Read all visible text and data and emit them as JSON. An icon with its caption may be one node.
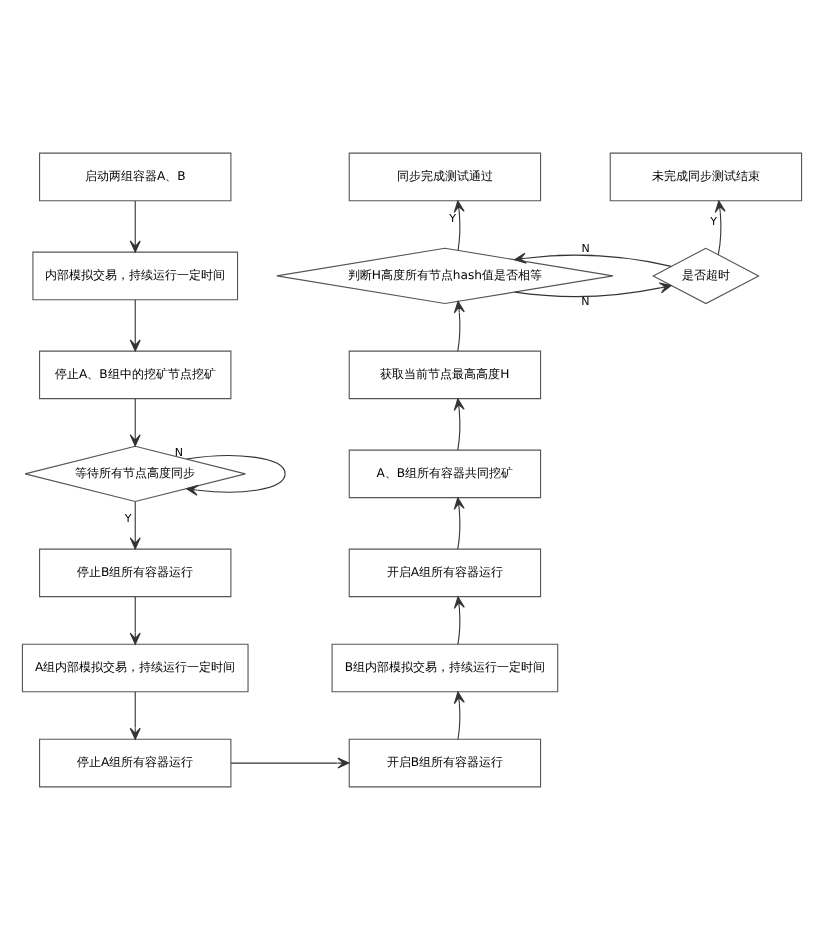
{
  "diagram": {
    "nodes": [
      {
        "text": [
          "启动两组容器A、B"
        ]
      },
      {
        "text": [
          "内部模拟交易，持续运行一定时间"
        ]
      },
      {
        "text": [
          "停止A、B组中的挖矿节点挖矿"
        ]
      },
      {
        "text": [
          "等待所有节点高度同步"
        ]
      },
      {
        "text": [
          "停止B组所有容器运行"
        ]
      },
      {
        "text": [
          "A组内部模拟交易，持续运行一定时间"
        ]
      },
      {
        "text": [
          "停止A组所有容器运行"
        ]
      },
      {
        "text": [
          "开启B组所有容器运行"
        ]
      },
      {
        "text": [
          "B组内部模拟交易，持续运行一定时间"
        ]
      },
      {
        "text": [
          "开启A组所有容器运行"
        ]
      },
      {
        "text": [
          "A、B组所有容器共同挖矿"
        ]
      },
      {
        "text": [
          "获取当前节点最高高度H"
        ]
      },
      {
        "text": [
          "判断H高度所有节点hash值是否相等"
        ]
      },
      {
        "text": [
          "是否超时"
        ]
      },
      {
        "text": [
          "同步完成测试通过"
        ]
      },
      {
        "text": [
          "未完成同步测试结束"
        ]
      }
    ],
    "edges": [
      {
        "from": 0,
        "to": 1,
        "arrow": "to"
      },
      {
        "from": 1,
        "to": 2,
        "arrow": "to"
      },
      {
        "from": 2,
        "to": 3,
        "arrow": "to"
      },
      {
        "from": 3,
        "to": 3,
        "arrow": "to",
        "label": "N"
      },
      {
        "from": 3,
        "to": 4,
        "arrow": "to",
        "label": "Y"
      },
      {
        "from": 4,
        "to": 5,
        "arrow": "to"
      },
      {
        "from": 5,
        "to": 6,
        "arrow": "to"
      },
      {
        "from": 6,
        "to": 7,
        "arrow": "to"
      },
      {
        "from": 7,
        "to": 8,
        "arrow": "to"
      },
      {
        "from": 8,
        "to": 9,
        "arrow": "to"
      },
      {
        "from": 9,
        "to": 10,
        "arrow": "to"
      },
      {
        "from": 10,
        "to": 11,
        "arrow": "to"
      },
      {
        "from": 11,
        "to": 12,
        "arrow": "to"
      },
      {
        "from": 12,
        "to": 14,
        "arrow": "to",
        "label": "Y"
      },
      {
        "from": 12,
        "to": 13,
        "arrow": "to",
        "label": "N"
      },
      {
        "from": 13,
        "to": 12,
        "arrow": "to",
        "label": "N"
      },
      {
        "from": 13,
        "to": 15,
        "arrow": "to",
        "label": "Y"
      }
    ]
  }
}
